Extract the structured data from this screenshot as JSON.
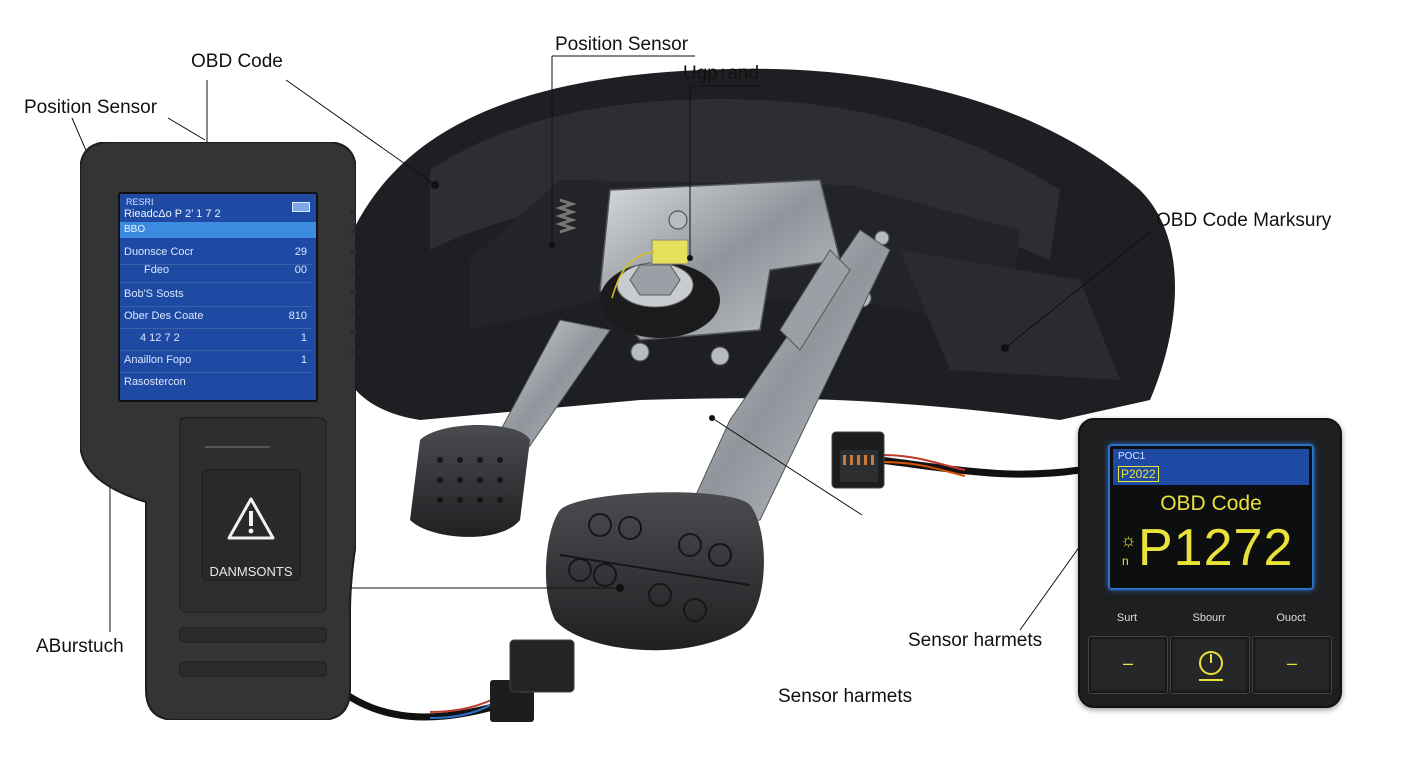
{
  "callouts": {
    "obd_code_top": "OBD Code",
    "position_sensor_left": "Position Sensor",
    "position_sensor_top": "Position Sensor",
    "ugpand": "Ugp↑and",
    "obd_code_marksury": "OBD Code Marksury",
    "abstuch": "ABurstuch",
    "sensor_harness_right": "Sensor harmets",
    "sensor_harness_bottom": "Sensor harmets"
  },
  "scanner": {
    "header": "RESRI",
    "title_line": "RieadcΔo  P 2’ 1 7 2",
    "highlight": "BBO",
    "rows": [
      {
        "label": "Duonsce Cocr",
        "value": "29"
      },
      {
        "label": "Fdeo",
        "value": "00"
      },
      {
        "label": "Bob'S Sosts",
        "value": ""
      },
      {
        "label": "Ober Des Coate",
        "value": "810"
      },
      {
        "label": "4 12 7 2",
        "value": "1"
      },
      {
        "label": "Anaillon Fopo",
        "value": "1"
      },
      {
        "label": "Rasostercon",
        "value": ""
      }
    ],
    "warning_label": "DANMSONTS"
  },
  "display": {
    "small_label": "POC1",
    "code_small": "P2022",
    "title": "OBD Code",
    "code": "P1272",
    "side_symbol": "☼",
    "side_text": "n",
    "buttons": [
      {
        "label": "Surt",
        "symbol": "–"
      },
      {
        "label": "Sbourr",
        "symbol": "power"
      },
      {
        "label": "Ouoct",
        "symbol": "–"
      }
    ]
  },
  "colors": {
    "screen_blue": "#1f4aa3",
    "highlight_blue": "#3b8be0",
    "code_yellow": "#e8e23a",
    "device_body": "#323436"
  }
}
